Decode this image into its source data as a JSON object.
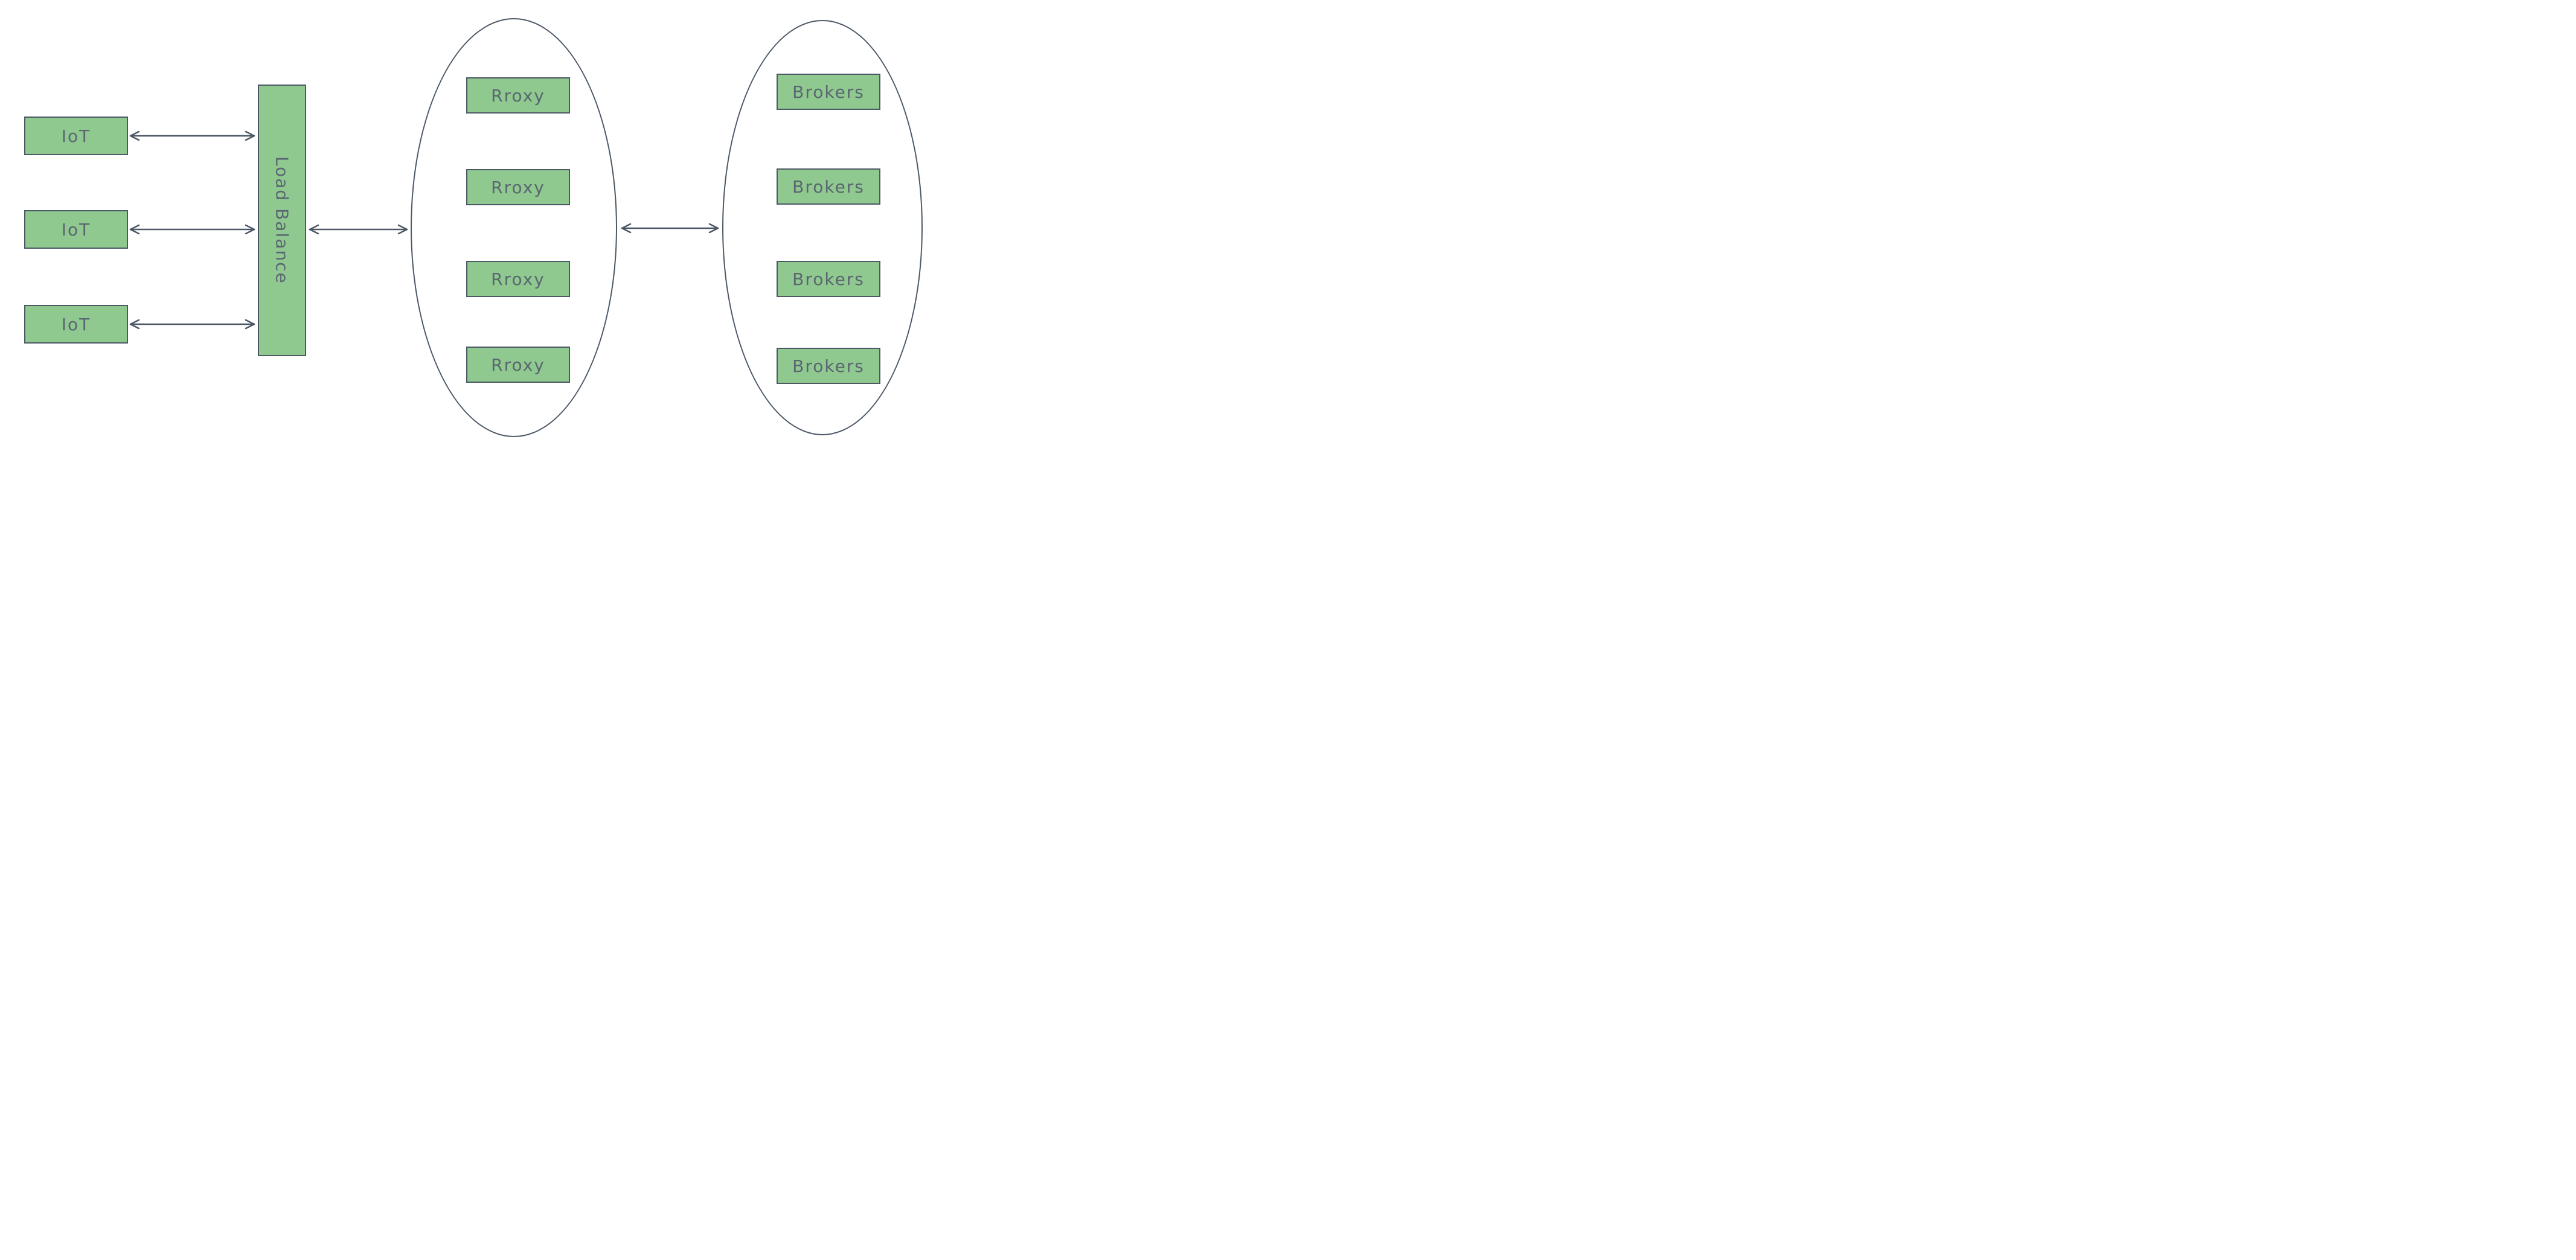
{
  "diagram": {
    "colors": {
      "node_fill": "#8fc98f",
      "stroke": "#4c5866",
      "text": "#5a6670"
    },
    "iot_nodes": [
      {
        "label": "IoT"
      },
      {
        "label": "IoT"
      },
      {
        "label": "IoT"
      }
    ],
    "load_balancer": {
      "label": "Load Balance"
    },
    "proxy_cluster": {
      "nodes": [
        {
          "label": "Rroxy"
        },
        {
          "label": "Rroxy"
        },
        {
          "label": "Rroxy"
        },
        {
          "label": "Rroxy"
        }
      ]
    },
    "broker_cluster": {
      "nodes": [
        {
          "label": "Brokers"
        },
        {
          "label": "Brokers"
        },
        {
          "label": "Brokers"
        },
        {
          "label": "Brokers"
        }
      ]
    }
  }
}
